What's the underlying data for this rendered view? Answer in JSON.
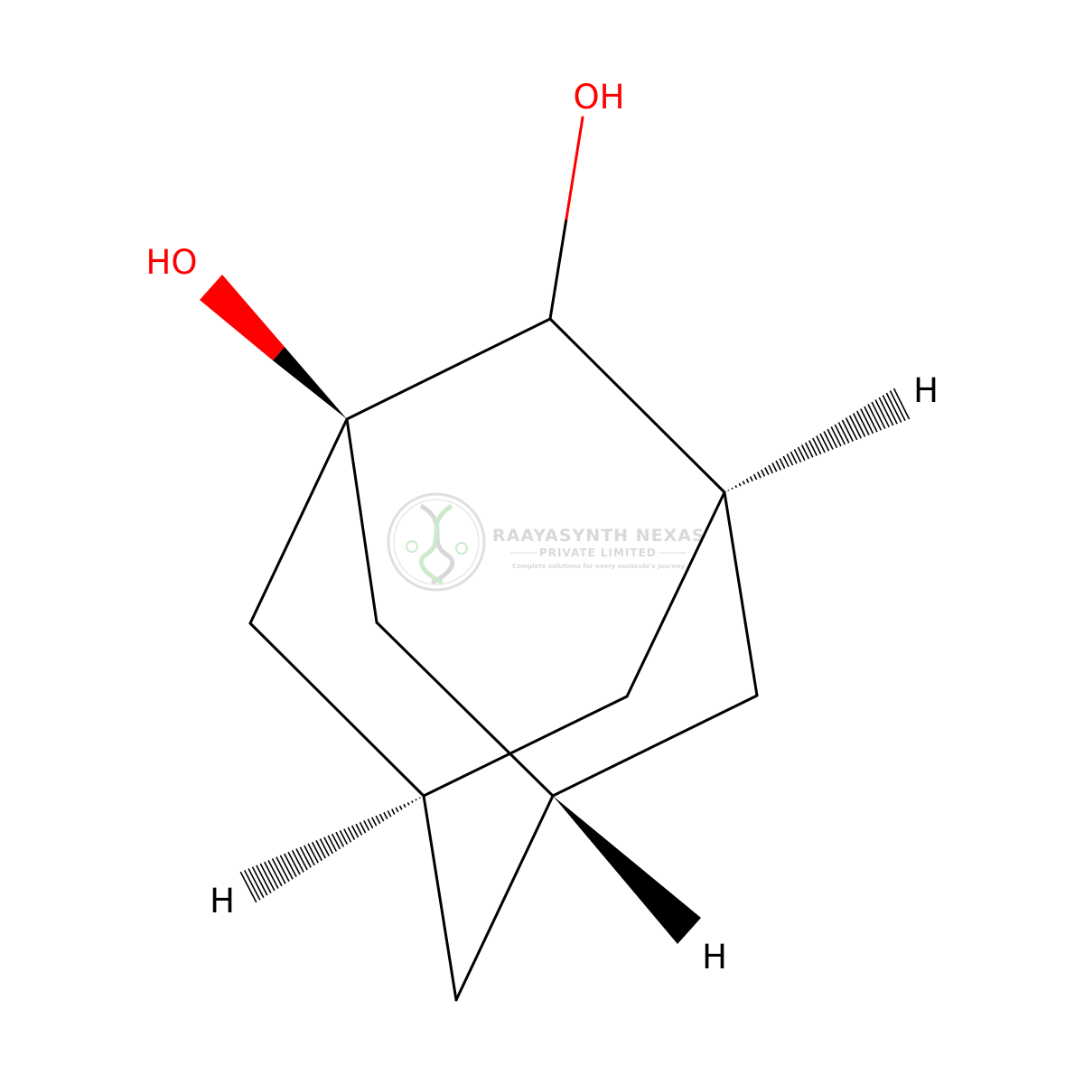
{
  "molecule": {
    "labels": {
      "oh_top": "OH",
      "ho_left": "HO",
      "h_right": "H",
      "h_lower_left": "H",
      "h_lower_right": "H"
    },
    "colors": {
      "bond": "#000000",
      "oxygen": "#ff0000",
      "hydrogen": "#000000",
      "background": "#ffffff"
    }
  },
  "watermark": {
    "title": "RAAYASYNTH NEXAS",
    "subtitle": "PRIVATE LIMITED",
    "tagline": "Complete solutions for every molecule's journey",
    "color": "#d9d9d9",
    "accent_color": "#c8e8c8",
    "logo_icon": "dna-helix-icon"
  }
}
